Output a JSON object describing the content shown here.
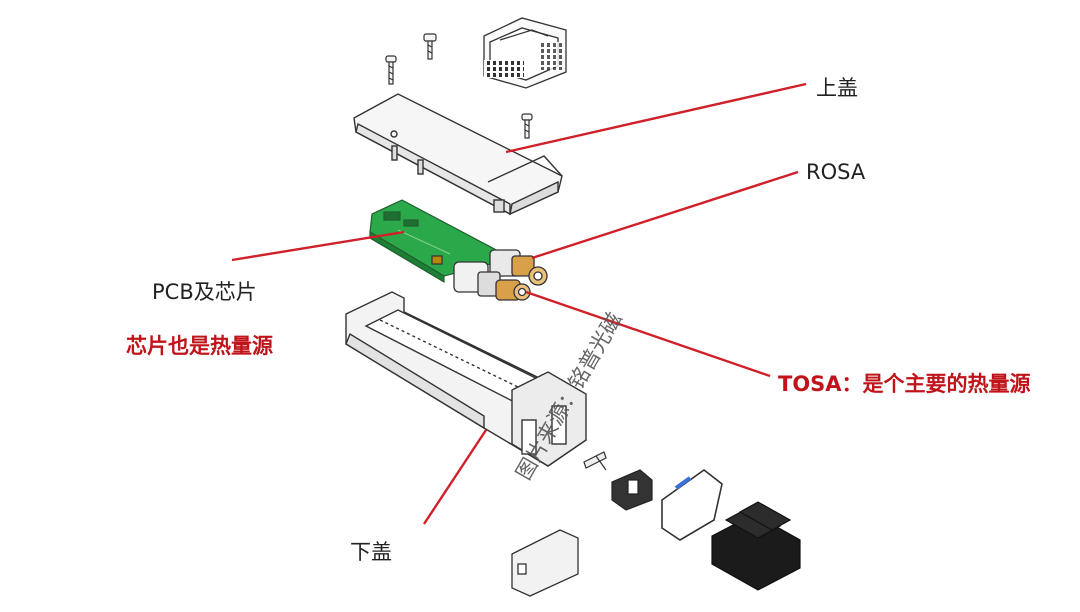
{
  "labels": {
    "top_cover": "上盖",
    "rosa": "ROSA",
    "pcb": "PCB及芯片",
    "pcb_note": "芯片也是热量源",
    "tosa_note": "TOSA：是个主要的热量源",
    "bottom_cover": "下盖"
  },
  "watermark": "图片来源：铭普光磁",
  "colors": {
    "leader": "#d0202a",
    "emphasis": "#c0141b",
    "pcb_green": "#2aa84a",
    "ink": "#222222"
  }
}
